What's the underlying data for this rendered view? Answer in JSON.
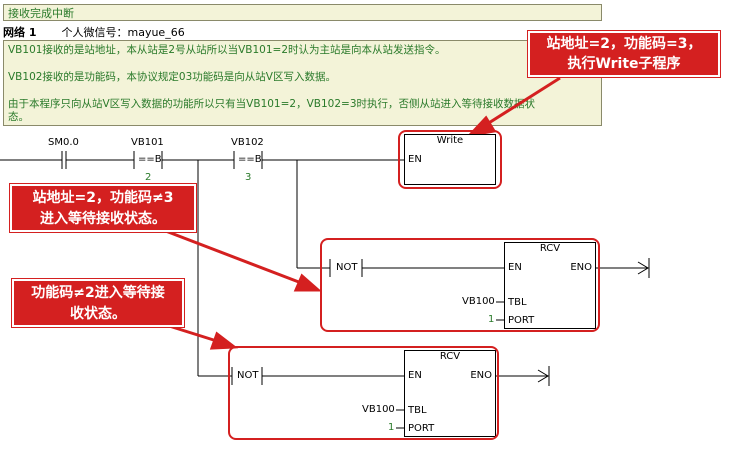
{
  "title_bar": "接收完成中断",
  "network": {
    "label": "网络 1",
    "contact": "个人微信号：mayue_66"
  },
  "comments": [
    "VB101接收的是站地址，本从站是2号从站所以当VB101=2时认为主站是向本从站发送指令。",
    "VB102接收的是功能码，本协议规定03功能码是向从站V区写入数据。",
    "由于本程序只向从站V区写入数据的功能所以只有当VB101=2，VB102=3时执行，否侧从站进入等待接收数据状",
    "态。"
  ],
  "ladder": {
    "contact1": {
      "name": "SM0.0"
    },
    "contact2": {
      "name": "VB101",
      "op": "==B",
      "value": "2"
    },
    "contact3": {
      "name": "VB102",
      "op": "==B",
      "value": "3"
    },
    "write_box": {
      "title": "Write",
      "en": "EN"
    },
    "not1": "NOT",
    "not2": "NOT",
    "rcv1": {
      "title": "RCV",
      "en": "EN",
      "eno": "ENO",
      "tbl_in": "VB100",
      "tbl": "TBL",
      "port_in": "1",
      "port": "PORT"
    },
    "rcv2": {
      "title": "RCV",
      "en": "EN",
      "eno": "ENO",
      "tbl_in": "VB100",
      "tbl": "TBL",
      "port_in": "1",
      "port": "PORT"
    }
  },
  "callouts": {
    "top": [
      "站地址=2，功能码=3，",
      "执行Write子程序"
    ],
    "middle": [
      "站地址=2，功能码≠3",
      "进入等待接收状态。"
    ],
    "bottom": [
      "功能码≠2进入等待接",
      "收状态。"
    ]
  },
  "colors": {
    "annotation_red": "#d42020",
    "comment_green": "#2a7a2a",
    "comment_bg": "#f3f3d8"
  }
}
